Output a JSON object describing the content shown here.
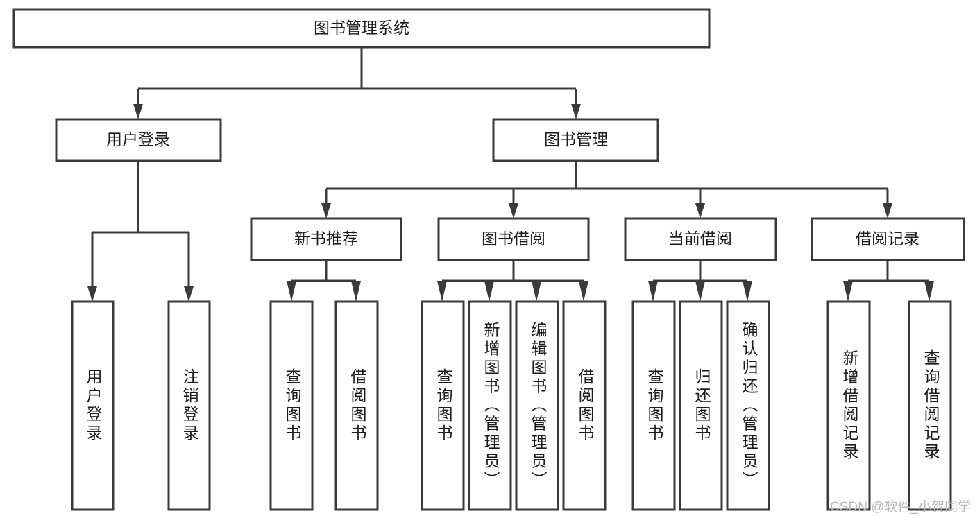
{
  "diagram": {
    "type": "tree",
    "title": "图书管理系统",
    "colors": {
      "box_stroke": "#3a3a3a",
      "box_fill": "#ffffff",
      "connector": "#3a3a3a",
      "text": "#1b1b1b",
      "watermark": "#b9b9b9",
      "background": "#ffffff"
    },
    "levels": 4,
    "nodes": {
      "root": {
        "label": "图书管理系统",
        "orientation": "horizontal"
      },
      "l1": [
        {
          "label": "用户登录",
          "orientation": "horizontal"
        },
        {
          "label": "图书管理",
          "orientation": "horizontal"
        }
      ],
      "l2": [
        {
          "label": "新书推荐",
          "orientation": "horizontal"
        },
        {
          "label": "图书借阅",
          "orientation": "horizontal"
        },
        {
          "label": "当前借阅",
          "orientation": "horizontal"
        },
        {
          "label": "借阅记录",
          "orientation": "horizontal"
        }
      ],
      "leaves_user_login": [
        {
          "label": "用户登录",
          "orientation": "vertical"
        },
        {
          "label": "注销登录",
          "orientation": "vertical"
        }
      ],
      "leaves_new_book": [
        {
          "label": "查询图书",
          "orientation": "vertical"
        },
        {
          "label": "借阅图书",
          "orientation": "vertical"
        }
      ],
      "leaves_borrow": [
        {
          "label": "查询图书",
          "orientation": "vertical"
        },
        {
          "label": "新增图书（管理员）",
          "orientation": "vertical"
        },
        {
          "label": "编辑图书（管理员）",
          "orientation": "vertical"
        },
        {
          "label": "借阅图书",
          "orientation": "vertical"
        }
      ],
      "leaves_current": [
        {
          "label": "查询图书",
          "orientation": "vertical"
        },
        {
          "label": "归还图书",
          "orientation": "vertical"
        },
        {
          "label": "确认归还（管理员）",
          "orientation": "vertical"
        }
      ],
      "leaves_records": [
        {
          "label": "新增借阅记录",
          "orientation": "vertical"
        },
        {
          "label": "查询借阅记录",
          "orientation": "vertical"
        }
      ]
    },
    "edges": [
      {
        "from": "图书管理系统",
        "to": "用户登录"
      },
      {
        "from": "图书管理系统",
        "to": "图书管理"
      },
      {
        "from": "用户登录",
        "to": "用户登录"
      },
      {
        "from": "用户登录",
        "to": "注销登录"
      },
      {
        "from": "图书管理",
        "to": "新书推荐"
      },
      {
        "from": "图书管理",
        "to": "图书借阅"
      },
      {
        "from": "图书管理",
        "to": "当前借阅"
      },
      {
        "from": "图书管理",
        "to": "借阅记录"
      },
      {
        "from": "新书推荐",
        "to": "查询图书"
      },
      {
        "from": "新书推荐",
        "to": "借阅图书"
      },
      {
        "from": "图书借阅",
        "to": "查询图书"
      },
      {
        "from": "图书借阅",
        "to": "新增图书（管理员）"
      },
      {
        "from": "图书借阅",
        "to": "编辑图书（管理员）"
      },
      {
        "from": "图书借阅",
        "to": "借阅图书"
      },
      {
        "from": "当前借阅",
        "to": "查询图书"
      },
      {
        "from": "当前借阅",
        "to": "归还图书"
      },
      {
        "from": "当前借阅",
        "to": "确认归还（管理员）"
      },
      {
        "from": "借阅记录",
        "to": "新增借阅记录"
      },
      {
        "from": "借阅记录",
        "to": "查询借阅记录"
      }
    ]
  },
  "watermark": {
    "text": "CSDN @软件_小贺同学"
  }
}
